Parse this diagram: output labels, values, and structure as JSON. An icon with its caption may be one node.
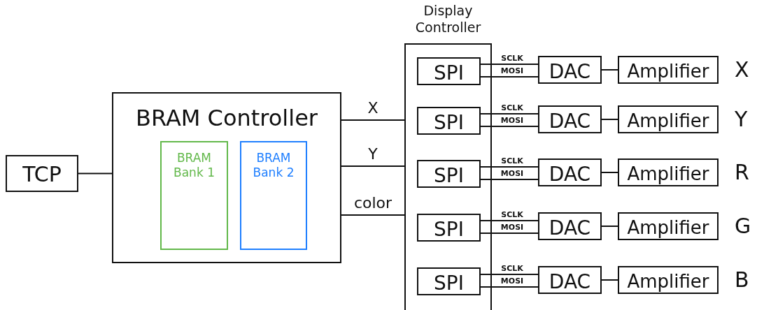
{
  "diagram": {
    "nodes": [
      {
        "text": [
          "TCP"
        ]
      },
      {
        "text": [
          "BRAM Controller"
        ]
      },
      {
        "text": [
          "BRAM Bank 1"
        ],
        "in": 1
      },
      {
        "text": [
          "BRAM Bank 2"
        ],
        "in": 1
      },
      {
        "text": [
          "Display Controller"
        ]
      },
      {
        "text": [
          "SPI"
        ],
        "in": 4
      },
      {
        "text": [
          "SPI"
        ],
        "in": 4
      },
      {
        "text": [
          "SPI"
        ],
        "in": 4
      },
      {
        "text": [
          "SPI"
        ],
        "in": 4
      },
      {
        "text": [
          "SPI"
        ],
        "in": 4
      },
      {
        "text": [
          "DAC"
        ]
      },
      {
        "text": [
          "DAC"
        ]
      },
      {
        "text": [
          "DAC"
        ]
      },
      {
        "text": [
          "DAC"
        ]
      },
      {
        "text": [
          "DAC"
        ]
      },
      {
        "text": [
          "Amplifier"
        ]
      },
      {
        "text": [
          "Amplifier"
        ]
      },
      {
        "text": [
          "Amplifier"
        ]
      },
      {
        "text": [
          "Amplifier"
        ]
      },
      {
        "text": [
          "Amplifier"
        ]
      }
    ],
    "edges": [
      {
        "from": 0,
        "to": 1,
        "arrow": "none"
      },
      {
        "from": 1,
        "to": 4,
        "arrow": "none",
        "label": "X"
      },
      {
        "from": 1,
        "to": 4,
        "arrow": "none",
        "label": "Y"
      },
      {
        "from": 1,
        "to": 4,
        "arrow": "none",
        "label": "color"
      },
      {
        "from": 5,
        "to": 10,
        "arrow": "none",
        "label": "SCLK"
      },
      {
        "from": 5,
        "to": 10,
        "arrow": "none",
        "label": "MOSI"
      },
      {
        "from": 6,
        "to": 11,
        "arrow": "none",
        "label": "SCLK"
      },
      {
        "from": 6,
        "to": 11,
        "arrow": "none",
        "label": "MOSI"
      },
      {
        "from": 7,
        "to": 12,
        "arrow": "none",
        "label": "SCLK"
      },
      {
        "from": 7,
        "to": 12,
        "arrow": "none",
        "label": "MOSI"
      },
      {
        "from": 8,
        "to": 13,
        "arrow": "none",
        "label": "SCLK"
      },
      {
        "from": 8,
        "to": 13,
        "arrow": "none",
        "label": "MOSI"
      },
      {
        "from": 9,
        "to": 14,
        "arrow": "none",
        "label": "SCLK"
      },
      {
        "from": 9,
        "to": 14,
        "arrow": "none",
        "label": "MOSI"
      },
      {
        "from": 10,
        "to": 15,
        "arrow": "none"
      },
      {
        "from": 11,
        "to": 16,
        "arrow": "none"
      },
      {
        "from": 12,
        "to": 17,
        "arrow": "none"
      },
      {
        "from": 13,
        "to": 18,
        "arrow": "none"
      },
      {
        "from": 14,
        "to": 19,
        "arrow": "none"
      }
    ],
    "labels": [
      "X",
      "Y",
      "R",
      "G",
      "B"
    ]
  }
}
